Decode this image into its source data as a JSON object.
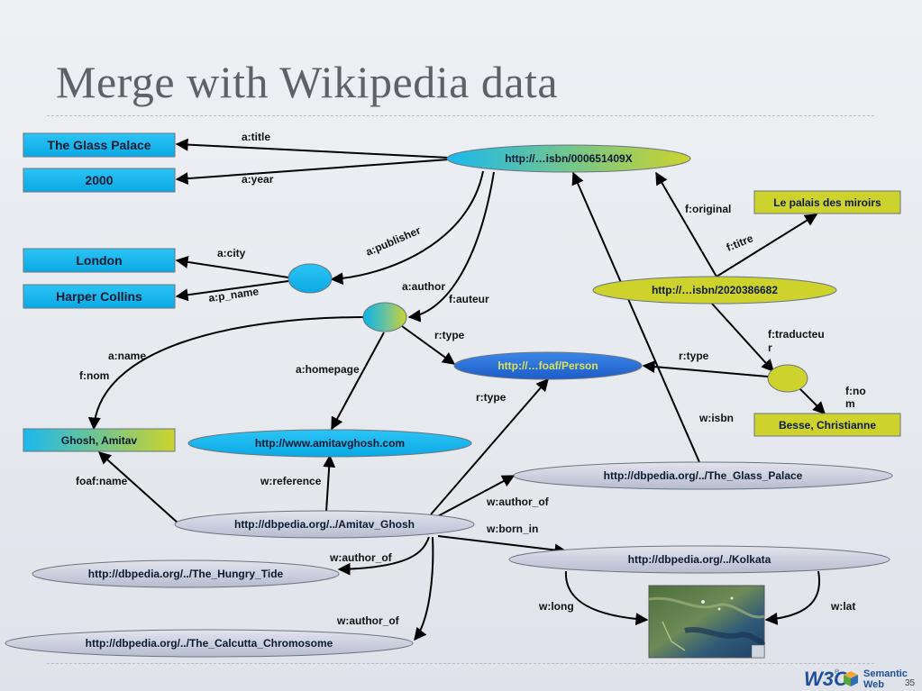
{
  "slide": {
    "title": "Merge with Wikipedia data",
    "page_number": "35"
  },
  "logo": {
    "w3c": "W3C",
    "registered": "®",
    "semantic": "Semantic",
    "web": "Web"
  },
  "nodes": {
    "glass_palace": "The Glass Palace",
    "year_2000": "2000",
    "london": "London",
    "harper_collins": "Harper Collins",
    "isbn_en": "http://…isbn/000651409X",
    "le_palais": "Le palais des miroirs",
    "isbn_fr": "http://…isbn/2020386682",
    "foaf_person": "http://…foaf/Person",
    "ghosh": "Ghosh, Amitav",
    "homepage": "http://www.amitavghosh.com",
    "besse": "Besse, Christianne",
    "dbp_glass_palace": "http://dbpedia.org/../The_Glass_Palace",
    "dbp_amitav": "http://dbpedia.org/../Amitav_Ghosh",
    "dbp_kolkata": "http://dbpedia.org/../Kolkata",
    "dbp_hungry_tide": "http://dbpedia.org/../The_Hungry_Tide",
    "dbp_calcutta": "http://dbpedia.org/../The_Calcutta_Chromosome"
  },
  "edges": {
    "a_title": "a:title",
    "a_year": "a:year",
    "a_publisher": "a:publisher",
    "a_city": "a:city",
    "a_p_name": "a:p_name",
    "a_author": "a:author",
    "f_auteur": "f:auteur",
    "f_original": "f:original",
    "f_titre": "f:titre",
    "r_type_1": "r:type",
    "r_type_2": "r:type",
    "r_type_3": "r:type",
    "a_name": "a:name",
    "f_nom": "f:nom",
    "a_homepage": "a:homepage",
    "f_traducteur_1": "f:traducteu",
    "f_traducteur_2": "r",
    "f_nom2_1": "f:no",
    "f_nom2_2": "m",
    "w_isbn": "w:isbn",
    "foaf_name": "foaf:name",
    "w_reference": "w:reference",
    "w_author_of_1": "w:author_of",
    "w_born_in": "w:born_in",
    "w_author_of_2": "w:author_of",
    "w_author_of_3": "w:author_of",
    "w_long": "w:long",
    "w_lat": "w:lat"
  },
  "colors": {
    "literal_fill": "#09b4ea",
    "yellow_green": "#c9d12a",
    "blue_ellipse": "#2a70d6",
    "dbpedia_fill": "#c8ccdc",
    "arrow": "#000000",
    "person_text": "#d9e35a"
  }
}
